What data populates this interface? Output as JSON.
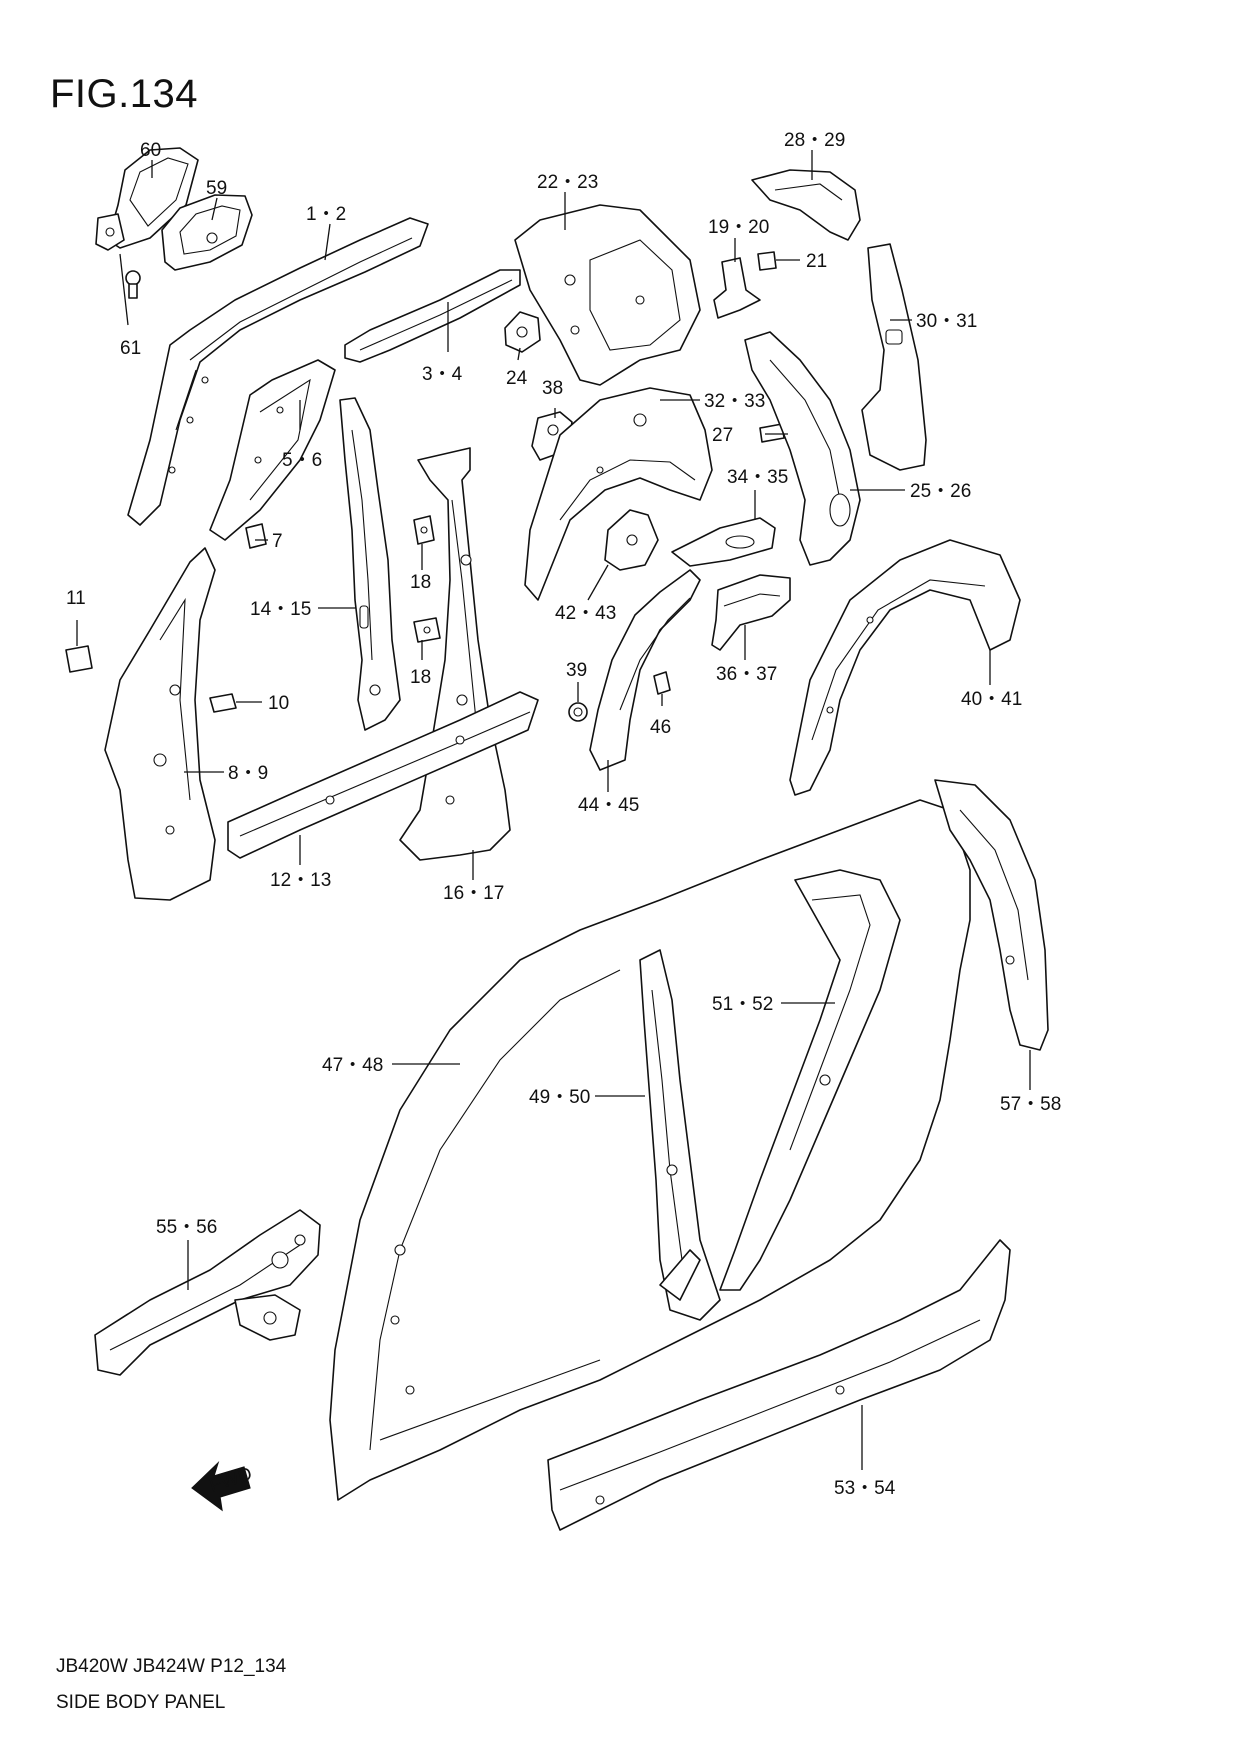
{
  "figure": {
    "title": "FIG.134"
  },
  "footer": {
    "model_code": "JB420W JB424W P12_134",
    "caption": "SIDE BODY PANEL"
  },
  "fwd_arrow": {
    "label": "FWD",
    "icon": "fwd-arrow-icon"
  },
  "callouts": [
    {
      "id": "c60",
      "label": "60"
    },
    {
      "id": "c59",
      "label": "59"
    },
    {
      "id": "c61",
      "label": "61"
    },
    {
      "id": "c1-2",
      "label": "1・2"
    },
    {
      "id": "c3-4",
      "label": "3・4"
    },
    {
      "id": "c5-6",
      "label": "5・6"
    },
    {
      "id": "c7",
      "label": "7"
    },
    {
      "id": "c22-23",
      "label": "22・23"
    },
    {
      "id": "c24",
      "label": "24"
    },
    {
      "id": "c19-20",
      "label": "19・20"
    },
    {
      "id": "c21",
      "label": "21"
    },
    {
      "id": "c28-29",
      "label": "28・29"
    },
    {
      "id": "c30-31",
      "label": "30・31"
    },
    {
      "id": "c38",
      "label": "38"
    },
    {
      "id": "c32-33",
      "label": "32・33"
    },
    {
      "id": "c27",
      "label": "27"
    },
    {
      "id": "c34-35",
      "label": "34・35"
    },
    {
      "id": "c25-26",
      "label": "25・26"
    },
    {
      "id": "c11",
      "label": "11"
    },
    {
      "id": "c14-15",
      "label": "14・15"
    },
    {
      "id": "c18a",
      "label": "18"
    },
    {
      "id": "c18b",
      "label": "18"
    },
    {
      "id": "c10",
      "label": "10"
    },
    {
      "id": "c8-9",
      "label": "8・9"
    },
    {
      "id": "c12-13",
      "label": "12・13"
    },
    {
      "id": "c16-17",
      "label": "16・17"
    },
    {
      "id": "c42-43",
      "label": "42・43"
    },
    {
      "id": "c39",
      "label": "39"
    },
    {
      "id": "c46",
      "label": "46"
    },
    {
      "id": "c36-37",
      "label": "36・37"
    },
    {
      "id": "c40-41",
      "label": "40・41"
    },
    {
      "id": "c44-45",
      "label": "44・45"
    },
    {
      "id": "c51-52",
      "label": "51・52"
    },
    {
      "id": "c47-48",
      "label": "47・48"
    },
    {
      "id": "c49-50",
      "label": "49・50"
    },
    {
      "id": "c57-58",
      "label": "57・58"
    },
    {
      "id": "c55-56",
      "label": "55・56"
    },
    {
      "id": "c53-54",
      "label": "53・54"
    }
  ]
}
